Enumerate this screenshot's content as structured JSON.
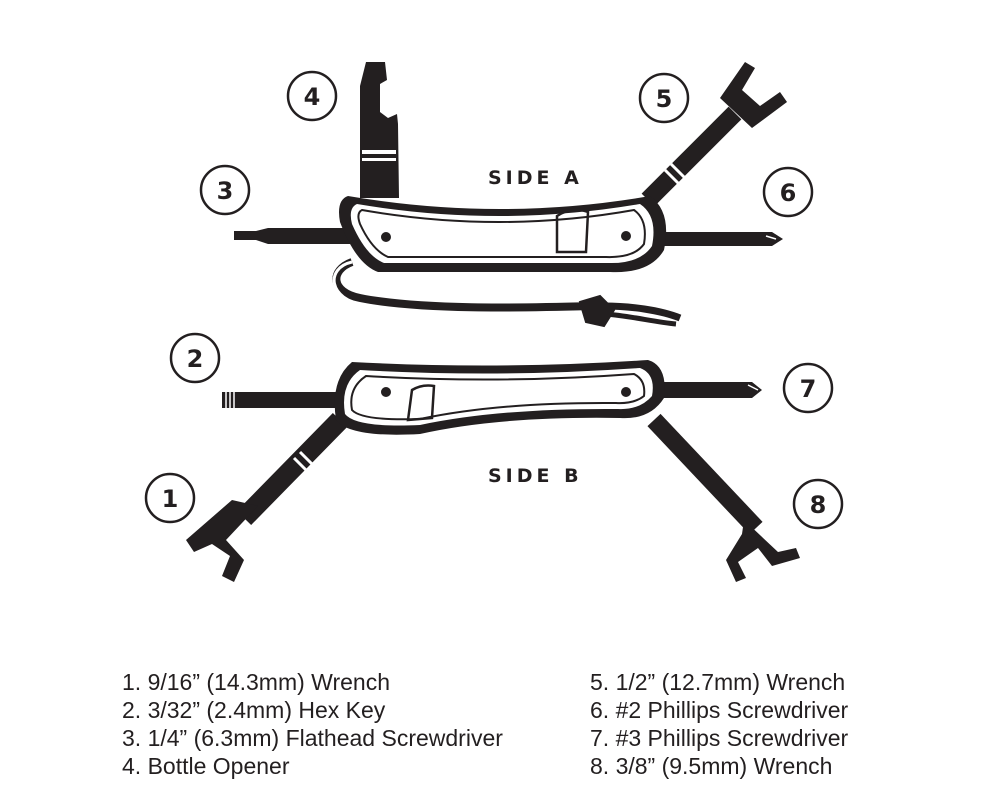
{
  "side_labels": {
    "a": "SIDE A",
    "b": "SIDE B"
  },
  "callouts": [
    "1",
    "2",
    "3",
    "4",
    "5",
    "6",
    "7",
    "8"
  ],
  "legend": {
    "left": [
      "1. 9/16” (14.3mm) Wrench",
      "2. 3/32” (2.4mm) Hex Key",
      "3. 1/4” (6.3mm) Flathead Screwdriver",
      "4. Bottle Opener"
    ],
    "right": [
      "5. 1/2” (12.7mm) Wrench",
      "6. #2 Phillips Screwdriver",
      "7. #3 Phillips Screwdriver",
      "8. 3/8” (9.5mm) Wrench"
    ]
  },
  "colors": {
    "ink": "#231f20",
    "background": "#ffffff"
  }
}
